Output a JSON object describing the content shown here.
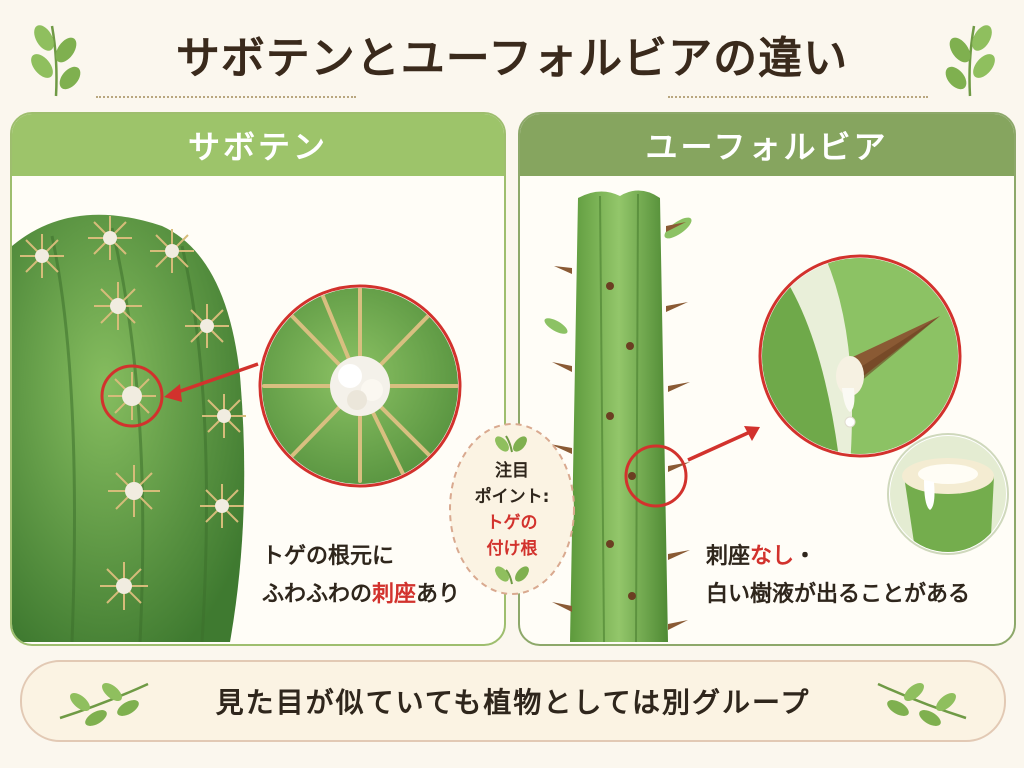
{
  "title": "サボテンとユーフォルビアの違い",
  "left_panel": {
    "heading": "サボテン",
    "caption_line1": "トゲの根元に",
    "caption_line2_pre": "ふわふわの",
    "caption_line2_highlight": "刺座",
    "caption_line2_post": "あり"
  },
  "right_panel": {
    "heading": "ユーフォルビア",
    "caption_line1_pre": "刺座",
    "caption_line1_highlight": "なし",
    "caption_line1_post": "・",
    "caption_line2": "白い樹液が出ることがある"
  },
  "center_note": {
    "line1": "注目",
    "line2": "ポイント:",
    "line3": "トゲの",
    "line4": "付け根"
  },
  "footer": {
    "message": "見た目が似ていても植物としては別グループ"
  },
  "colors": {
    "accent_red": "#d2322d",
    "left_header": "#9dc46a",
    "right_header": "#86a55f",
    "cactus_green": "#5f9a45",
    "euphorbia_green": "#79b04f",
    "spine": "#c9a860"
  }
}
